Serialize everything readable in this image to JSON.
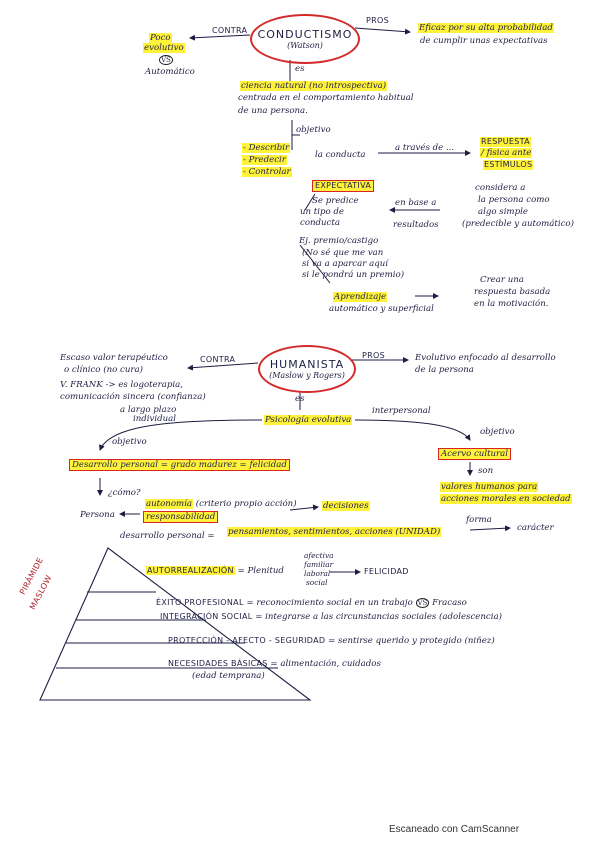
{
  "conductismo": {
    "title": "CONDUCTISMO",
    "author": "(Watson)",
    "contra_label": "CONTRA",
    "pros_label": "PROS",
    "contra_1": "Poco",
    "contra_2": "evolutivo",
    "vs": "VS",
    "contra_3": "Automático",
    "pro_1": "Eficaz por su alta probabilidad",
    "pro_2": "de cumplir unas expectativas",
    "es": "es",
    "def_1": "ciencia natural (no introspectiva)",
    "def_2": "centrada en el comportamiento habitual",
    "def_3": "de una persona.",
    "objetivo": "objetivo",
    "obj_1": "- Describir",
    "obj_2": "- Predecir",
    "obj_3": "- Controlar",
    "obj_text": "la conducta",
    "a_traves": "a través de ...",
    "respuesta": "RESPUESTA",
    "ante": "/ fisica ante",
    "estimulos": "ESTÍMULOS",
    "expectativa": "EXPECTATIVA",
    "exp_1": "Se predice",
    "exp_2": "un tipo de",
    "exp_3": "conducta",
    "en_base": "en base a",
    "resultados": "resultados",
    "cons_1": "considera a",
    "cons_2": "la persona como",
    "cons_3": "algo simple",
    "cons_4": "(predecible y automático)",
    "ej_1": "Ej. premio/castigo",
    "ej_2": "(No sé que me van",
    "ej_3": "si va a aparcar aquí",
    "ej_4": "si le pondrá un premio)",
    "apr_1": "Aprendizaje",
    "apr_2": "automático y superficial",
    "crear_1": "Crear una",
    "crear_2": "respuesta basada",
    "crear_3": "en la motivación."
  },
  "humanista": {
    "title": "HUMANISTA",
    "author": "(Maslow y Rogers)",
    "contra_label": "CONTRA",
    "pros_label": "PROS",
    "contra_1": "Escaso valor terapéutico",
    "contra_2": "o clínico (no cura)",
    "contra_3": "V. FRANK -> es logoterapia,",
    "contra_4": "comunicación sincera (confianza)",
    "contra_5": "a largo plazo",
    "contra_6": "individual",
    "pro_1": "Evolutivo enfocado al desarrollo",
    "pro_2": "de la persona",
    "es": "es",
    "psico": "Psicología evolutiva",
    "interpersonal": "interpersonal",
    "objetivo_l": "objetivo",
    "objetivo_r": "objetivo",
    "desarrollo": "Desarrollo personal = grado madurez = felicidad",
    "acervo": "Acervo cultural",
    "son": "son",
    "valores_1": "valores humanos para",
    "valores_2": "acciones morales en sociedad",
    "como": "¿cómo?",
    "autonomia_1": "autonomía",
    "autonomia_2": "(criterio propio acción)",
    "persona": "Persona",
    "responsabilidad": "responsabilidad",
    "decisiones": "decisiones",
    "desarrollo_pers": "desarrollo personal =",
    "pensamientos": "pensamientos, sentimientos, acciones (UNIDAD)",
    "forma": "forma",
    "caracter": "carácter"
  },
  "pyramid": {
    "label_1": "PIRÁMIDE",
    "label_2": "MASLOW",
    "auto": "AUTORREALIZACIÓN",
    "auto_eq": "= Plenitud",
    "afectivo": "afectiva",
    "familiar": "familiar",
    "laboral": "laboral",
    "social": "social",
    "felicidad": "FELICIDAD",
    "exito": "ÉXITO PROFESIONAL",
    "exito_eq": "= reconocimiento social en un trabajo",
    "vs": "VS",
    "fracaso": "Fracaso",
    "integracion": "INTEGRACIÓN SOCIAL",
    "integracion_eq": "= integrarse a las circunstancias sociales (adolescencia)",
    "proteccion": "PROTECCIÓN - AFECTO - SEGURIDAD",
    "proteccion_eq": "= sentirse querido y protegido (niñez)",
    "necesidades": "NECESIDADES BÁSICAS",
    "necesidades_eq": "= alimentación, cuidados",
    "necesidades_2": "(edad temprana)"
  },
  "footer": "Escaneado con CamScanner",
  "colors": {
    "ink": "#1e1e44",
    "highlight": "#fff23a",
    "red": "#d42a2a"
  }
}
